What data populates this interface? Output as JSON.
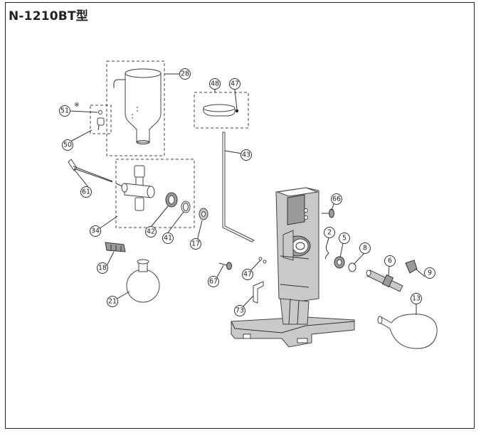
{
  "title": "N-1210BT型",
  "note_mark": "※",
  "callouts": [
    "28",
    "48",
    "47",
    "51",
    "50",
    "43",
    "61",
    "34",
    "42",
    "41",
    "17",
    "66",
    "2",
    "5",
    "8",
    "6",
    "9",
    "18",
    "21",
    "67",
    "47",
    "73",
    "13"
  ]
}
